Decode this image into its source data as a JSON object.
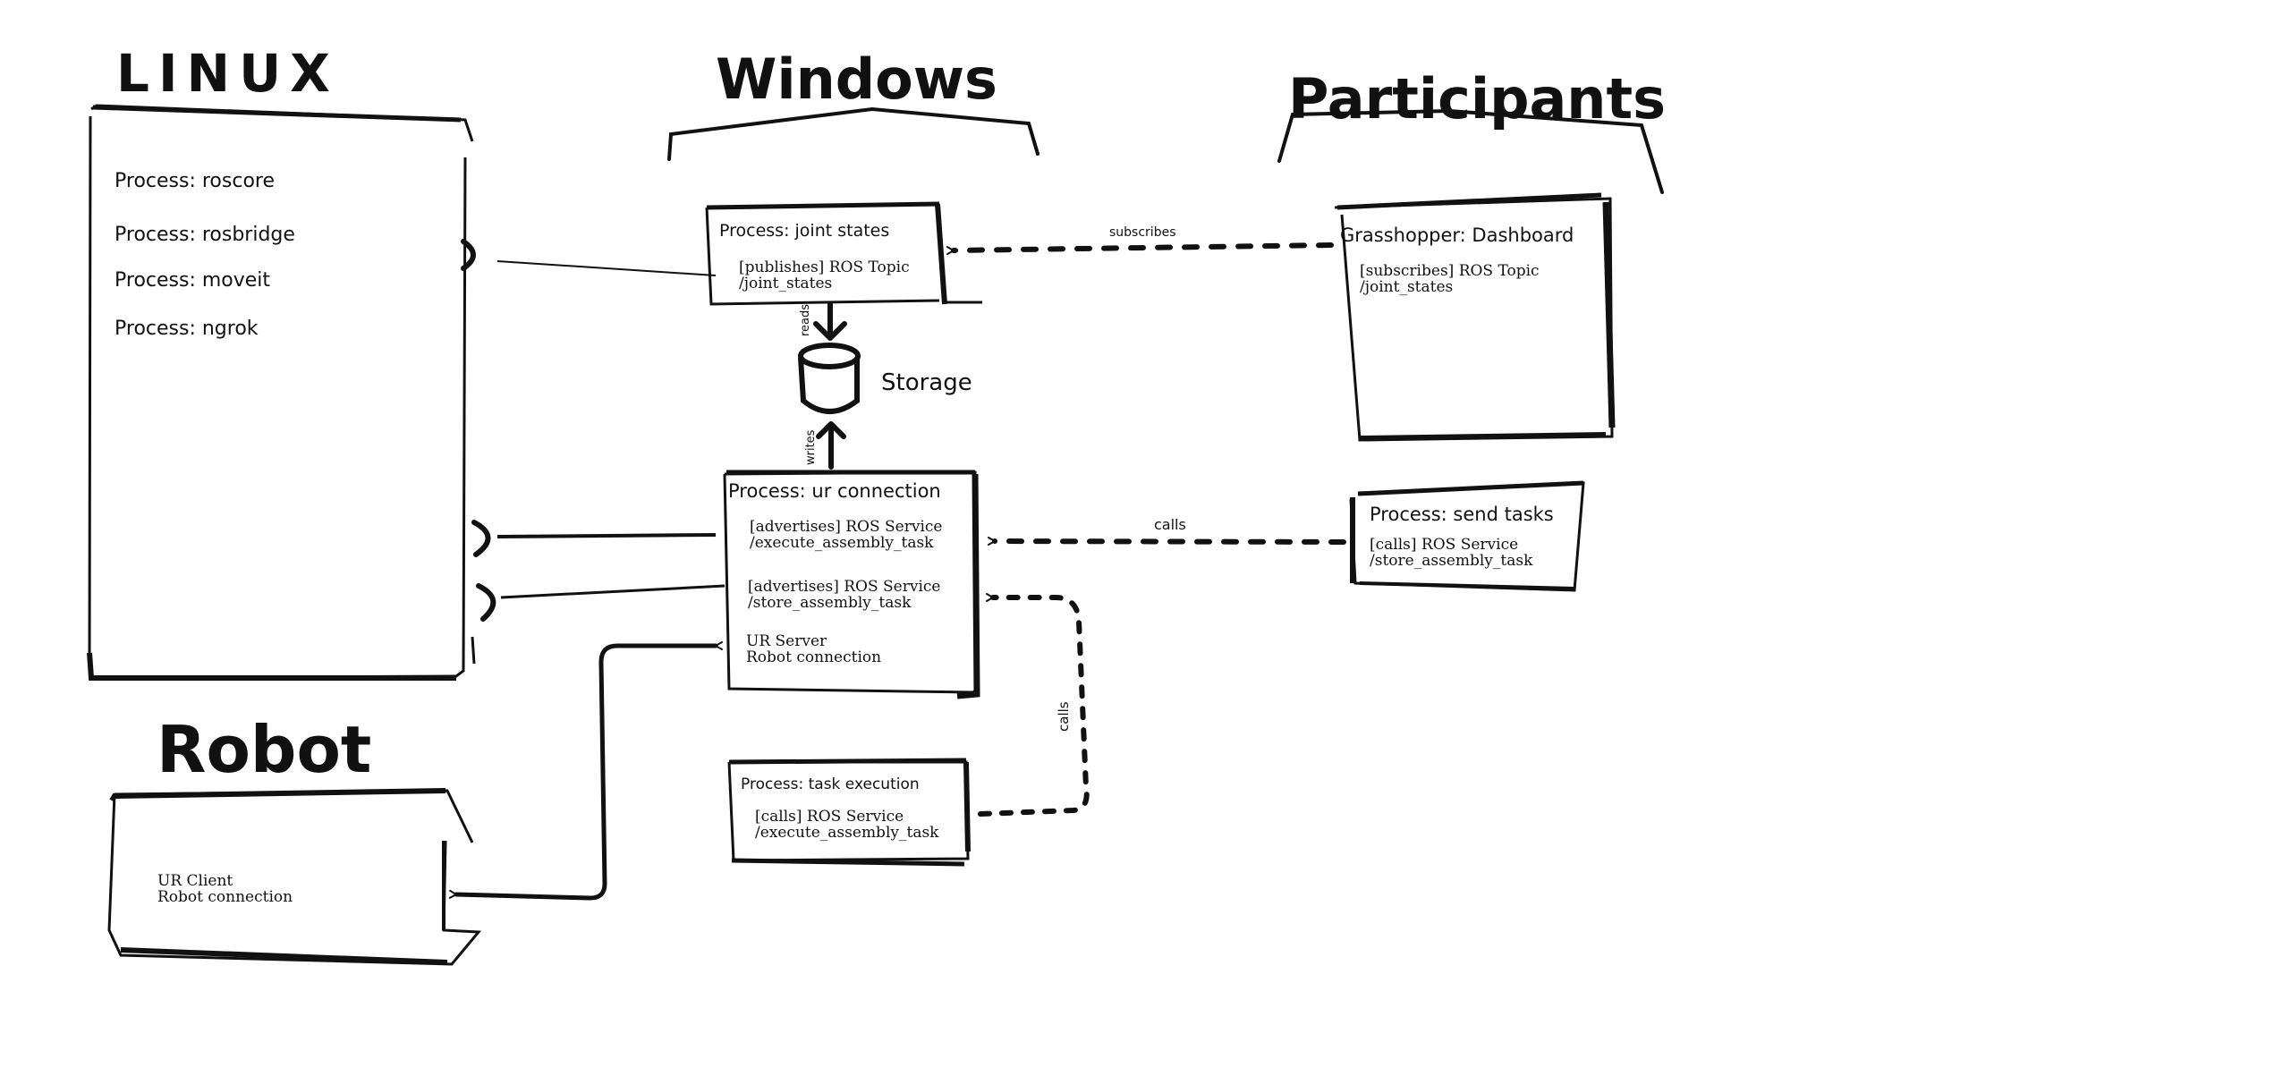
{
  "headings": {
    "linux": "LINUX",
    "windows": "Windows",
    "participants": "Participants",
    "robot": "Robot"
  },
  "linux_processes": [
    "Process: roscore",
    "Process: rosbridge",
    "Process: moveit",
    "Process: ngrok"
  ],
  "joint_states": {
    "title": "Process: joint states",
    "line1": "[publishes] ROS Topic",
    "line2": "/joint_states"
  },
  "storage": {
    "label": "Storage",
    "reads": "reads",
    "writes": "writes"
  },
  "ur_connection": {
    "title": "Process: ur connection",
    "svc1_line1": "[advertises] ROS Service",
    "svc1_line2": "/execute_assembly_task",
    "svc2_line1": "[advertises] ROS Service",
    "svc2_line2": "/store_assembly_task",
    "server_line1": "UR Server",
    "server_line2": "Robot connection"
  },
  "task_execution": {
    "title": "Process: task execution",
    "line1": "[calls] ROS Service",
    "line2": "/execute_assembly_task"
  },
  "dashboard": {
    "title": "Grasshopper: Dashboard",
    "line1": "[subscribes] ROS Topic",
    "line2": "/joint_states"
  },
  "send_tasks": {
    "title": "Process: send tasks",
    "line1": "[calls] ROS Service",
    "line2": "/store_assembly_task"
  },
  "robot_client": {
    "line1": "UR Client",
    "line2": "Robot connection"
  },
  "edge_labels": {
    "subscribes": "subscribes",
    "calls_send": "calls",
    "calls_exec": "calls"
  },
  "colors": {
    "ink": "#111111",
    "background": "#ffffff"
  }
}
